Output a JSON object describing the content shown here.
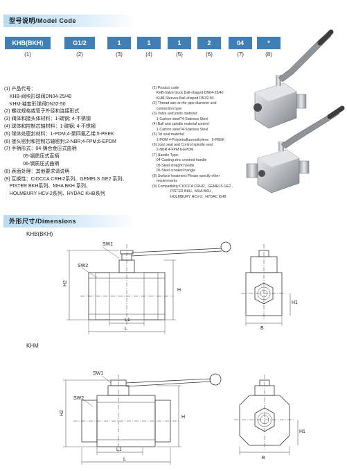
{
  "sections": {
    "model_title": "型号说明/Model Code",
    "dim_title": "外形尺寸/Dimensions"
  },
  "code_boxes": [
    {
      "label": "KHB(BKH)",
      "num": "(1)"
    },
    {
      "label": "G1/2",
      "num": "(2)"
    },
    {
      "label": "1",
      "num": "(3)"
    },
    {
      "label": "1",
      "num": "(4)"
    },
    {
      "label": "1",
      "num": "(5)"
    },
    {
      "label": "2",
      "num": "(6)"
    },
    {
      "label": "04",
      "num": "(7)"
    },
    {
      "label": "*",
      "num": "(8)"
    }
  ],
  "cn_lines": [
    "(1) 产品代号：",
    "    KHB-阀块形球阀DN04-25/40",
    "    KHM-袖套形球阀DN32-50",
    "(2) 螺纹规格或管子外径和连接形式",
    "(3) 阀体和接头体材料：1-碳钢; 4-不锈钢",
    "(4) 球体和控制芯轴材料：1-碳钢; 4-不锈钢",
    "(5) 球体处密封材料：1-POM;4-聚四氟乙烯;5-PEEK",
    "(6) 接头密封和控制芯轴密封;2-NBR;4-FPM;6-EPDM",
    "(7) 手柄形式：04-铸合金压式曲柄",
    "              05-钢质压式直柄",
    "              06-钢质压式曲柄",
    "(8) 表面处理：其他要求请说明",
    "(9) 互换性：CIOCCA CRHI2系列、GEMELS GE2 系列、",
    "    PISTER BKH系列、MHA BKH 系列、",
    "    HOLMBURY HCV-2系列、HYDAC KHB系列"
  ],
  "en_lines": [
    "(1) Product code",
    "    KHB-Valve block Ball-shaped DN04-25/40",
    "    KHM-Sleeves Ball-shaped DN32-50",
    "(2) Thread size or the pipe diameter and",
    "    connection type",
    "(3) Valve and joints material:",
    "    1-Carbon steel?4-Stainess Steel",
    "(4) Ball and spindle material control:",
    "    1-Carbon steel?4-Stainess Steel",
    "(5) Tel seal material:",
    "    1-POM 4-Polytetrafluoroethylene   5-PEEK",
    "(6) Joint seal and Control spindle seal:",
    "    2-NBR 4-FPM 6-EPDM",
    "(7) Handle Type:",
    "    04-Casting zinc crooked handle",
    "    05-Steel straight handle",
    "    06-Steel crooked hangle",
    "(8) Surface treatment:Please specify other",
    "    requirements",
    "(9) Compatibility:CIOCCA CRHI2,  GEMELS GE2 ,",
    "                  PISTER BKH,  MHA BKH ,",
    "                  HOLMBURY HCV-2;  HYDAC KHB"
  ],
  "drawings": {
    "khb_label": "KHB(BKH)",
    "khm_label": "KHM",
    "dims": {
      "sw1": "SW1",
      "sw2": "SW2",
      "h": "H",
      "h1": "H1",
      "h2": "H2",
      "l": "L",
      "l1": "L1",
      "b": "B"
    }
  }
}
